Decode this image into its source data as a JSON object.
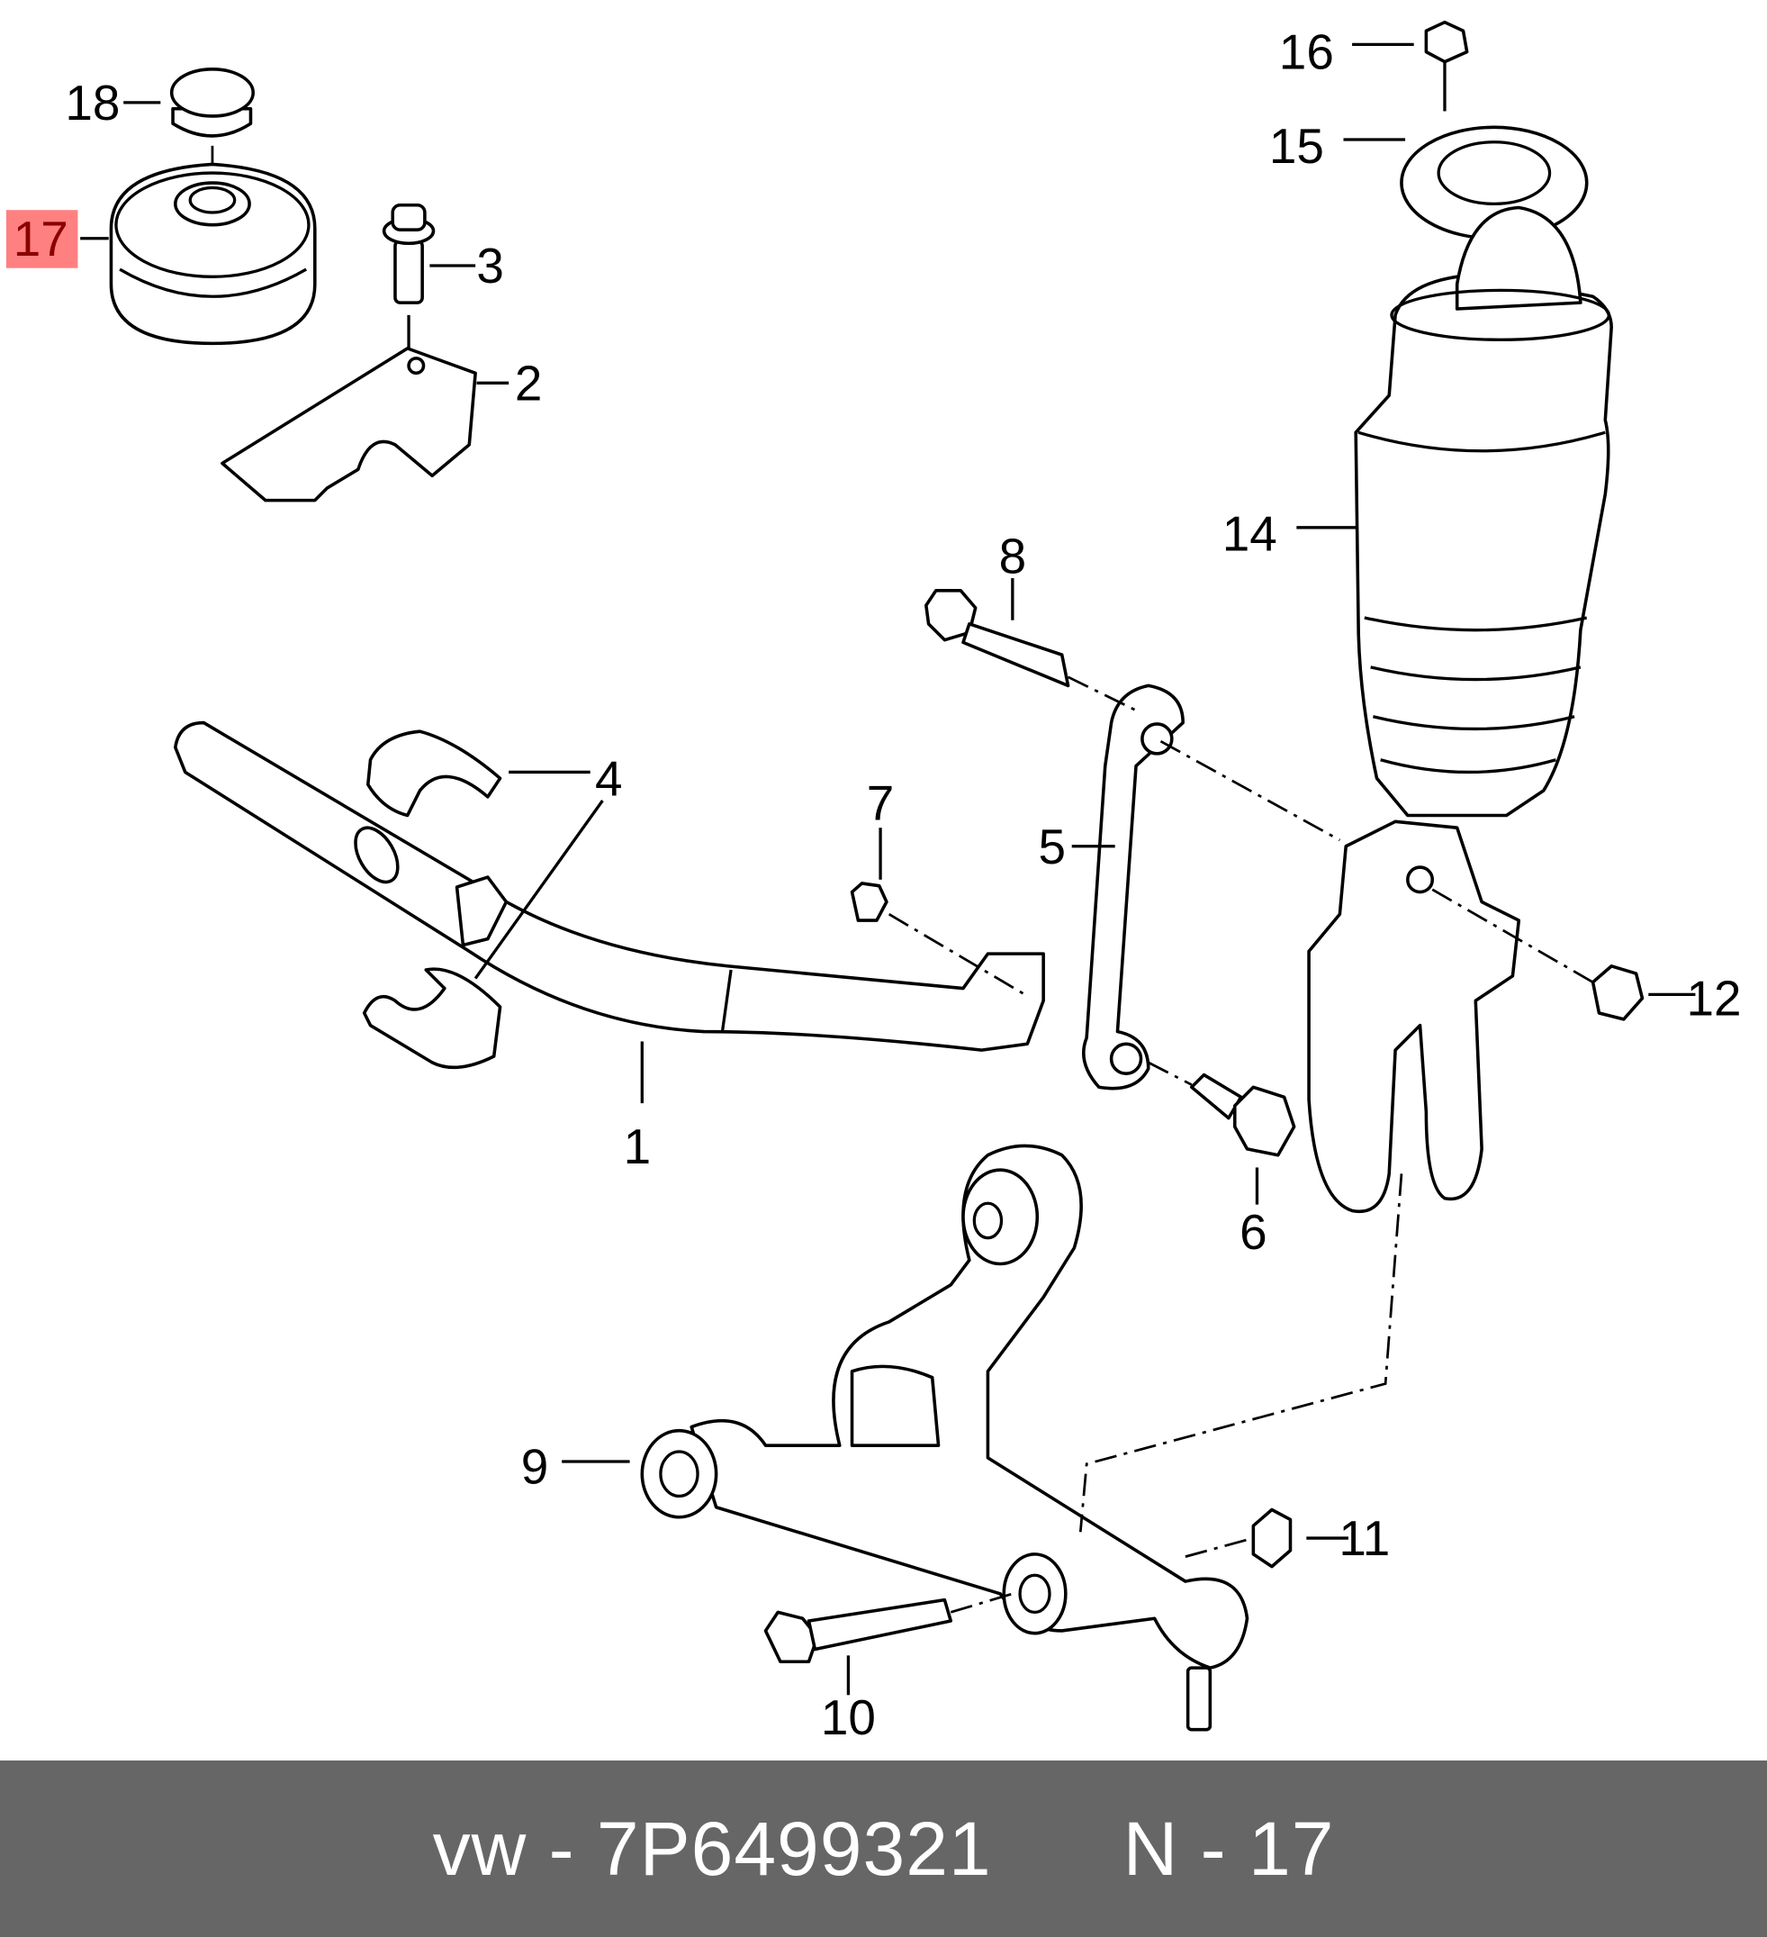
{
  "diagram": {
    "highlight_color": "#ff8080",
    "highlighted_label": "17",
    "labels": {
      "n1": "1",
      "n2": "2",
      "n3": "3",
      "n4": "4",
      "n5": "5",
      "n6": "6",
      "n7": "7",
      "n8": "8",
      "n9": "9",
      "n10": "10",
      "n11": "11",
      "n12": "12",
      "n14": "14",
      "n15": "15",
      "n16": "16",
      "n17": "17",
      "n18": "18"
    }
  },
  "footer": {
    "brand_part": "vw - 7P6499321",
    "position": "N - 17",
    "background": "#666666"
  }
}
